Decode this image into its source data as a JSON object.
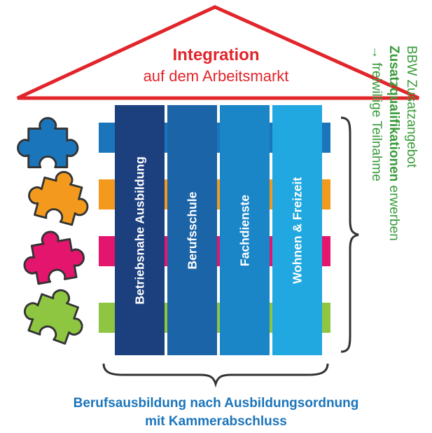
{
  "roof": {
    "title": "Integration",
    "subtitle": "auf dem Arbeitsmarkt"
  },
  "pillars": [
    {
      "label": "Betriebsnahe Ausbildung"
    },
    {
      "label": "Berufsschule"
    },
    {
      "label": "Fachdienste"
    },
    {
      "label": "Wohnen & Freizeit"
    }
  ],
  "bottom": {
    "line1": "Berufsausbildung nach Ausbildungsordnung",
    "line2": "mit Kammerabschluss"
  },
  "side": {
    "line1": "BBW Zusatzangebot",
    "line2_bold": "Zusatzqualifikationen",
    "line2_rest": " erwerben",
    "line3": "→ freiwillige Teilnahme"
  },
  "colors": {
    "roof": "#e2242b",
    "pillars": [
      "#1c3f7e",
      "#1b64a8",
      "#1a86c8",
      "#22a8e0"
    ],
    "bars": [
      "#1b75bb",
      "#f39a1e",
      "#e4156c",
      "#8ec641"
    ],
    "puzzles": [
      "#1b75bb",
      "#f39a1e",
      "#e4156c",
      "#8ec641"
    ],
    "bottom_text": "#1b75bb",
    "side_text": "#3a9b3b",
    "braces": "#333333"
  }
}
